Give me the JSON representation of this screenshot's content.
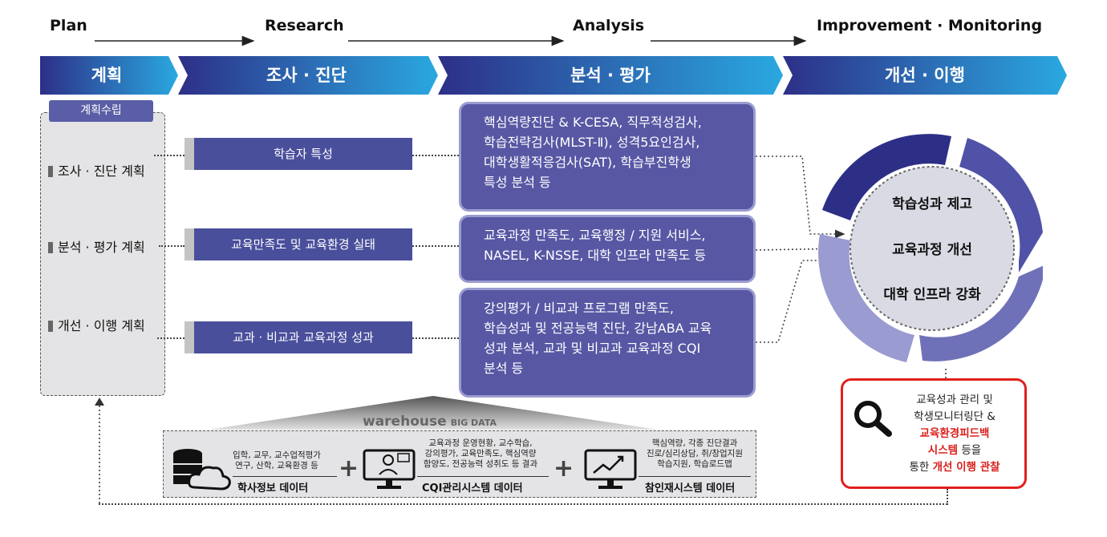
{
  "stages": {
    "plan": "Plan",
    "research": "Research",
    "analysis": "Analysis",
    "improvement": "Improvement · Monitoring"
  },
  "banners": {
    "plan": "계획",
    "research": "조사 · 진단",
    "analysis": "분석 · 평가",
    "improvement": "개선 · 이행"
  },
  "planning": {
    "title": "계획수립",
    "items": [
      "조사 · 진단 계획",
      "분석 · 평가 계획",
      "개선 · 이행 계획"
    ]
  },
  "research_items": [
    "학습자 특성",
    "교육만족도 및 교육환경 실태",
    "교과 · 비교과 교육과정 성과"
  ],
  "analysis_items": [
    [
      "핵심역량진단 & K-CESA, 직무적성검사,",
      "학습전략검사(MLST-Ⅱ), 성격5요인검사,",
      "대학생활적응검사(SAT), 학습부진학생",
      "특성 분석 등"
    ],
    [
      "교육과정 만족도, 교육행정 / 지원 서비스,",
      "NASEL, K-NSSE, 대학 인프라 만족도 등"
    ],
    [
      "강의평가 / 비교과 프로그램 만족도,",
      "학습성과 및 전공능력 진단, 강남ABA 교육",
      "성과 분석, 교과 및 비교과 교육과정 CQI",
      "분석 등"
    ]
  ],
  "cycle": [
    "학습성과 제고",
    "교육과정 개선",
    "대학 인프라 강화"
  ],
  "monitoring": {
    "line1": "교육성과 관리 및",
    "line2": "학생모니터링단 &",
    "line3_red": "교육환경피드백",
    "line4_red": "시스템",
    "line4_rest": " 등을",
    "line5_pre": "통한 ",
    "line5_red": "개선 이행 관찰"
  },
  "bigdata": {
    "title_main": "warehouse",
    "title_sub": "BIG DATA",
    "sources": [
      {
        "lines": [
          "입학, 교무, 교수업적평가",
          "연구, 산학, 교육환경 등"
        ],
        "label": "학사정보 데이터",
        "icon": "database-cloud-icon"
      },
      {
        "lines": [
          "교육과정 운영현황, 교수학습,",
          "강의평가, 교육만족도, 핵심역량",
          "함양도, 전공능력 성취도 등 결과"
        ],
        "label": "CQI관리시스템 데이터",
        "icon": "monitor-person-icon"
      },
      {
        "lines": [
          "핵심역량, 각종 진단결과",
          "진로/심리상담, 취/창업지원",
          "학습지원, 학습로드맵"
        ],
        "label": "참인재시스템 데이터",
        "icon": "monitor-chart-icon"
      }
    ],
    "plus": "+"
  },
  "colors": {
    "banner_dark": "#2d2f87",
    "banner_light": "#2aa8e0",
    "box_fill": "#5857a4",
    "box_border": "#9b9cd0",
    "accent_red": "#e0201c"
  }
}
